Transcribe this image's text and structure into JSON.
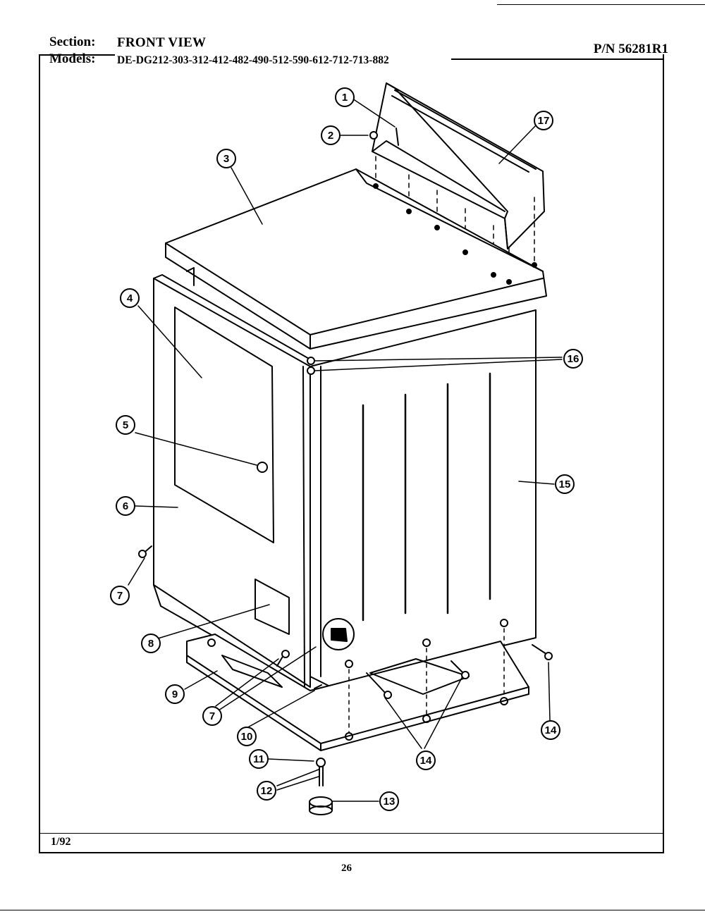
{
  "header": {
    "section_label": "Section:",
    "section_value": "FRONT VIEW",
    "models_label": "Models:",
    "models_value": "DE-DG212-303-312-412-482-490-512-590-612-712-713-882",
    "part_number": "P/N 56281R1"
  },
  "footer": {
    "date": "1/92",
    "page_number": "26"
  },
  "callouts": [
    {
      "id": "c1",
      "label": "1"
    },
    {
      "id": "c2",
      "label": "2"
    },
    {
      "id": "c3",
      "label": "3"
    },
    {
      "id": "c4",
      "label": "4"
    },
    {
      "id": "c5",
      "label": "5"
    },
    {
      "id": "c6",
      "label": "6"
    },
    {
      "id": "c7a",
      "label": "7"
    },
    {
      "id": "c7b",
      "label": "7"
    },
    {
      "id": "c8",
      "label": "8"
    },
    {
      "id": "c9",
      "label": "9"
    },
    {
      "id": "c10",
      "label": "10"
    },
    {
      "id": "c11",
      "label": "11"
    },
    {
      "id": "c12",
      "label": "12"
    },
    {
      "id": "c13",
      "label": "13"
    },
    {
      "id": "c14a",
      "label": "14"
    },
    {
      "id": "c14b",
      "label": "14"
    },
    {
      "id": "c15",
      "label": "15"
    },
    {
      "id": "c16",
      "label": "16"
    },
    {
      "id": "c17",
      "label": "17"
    }
  ]
}
